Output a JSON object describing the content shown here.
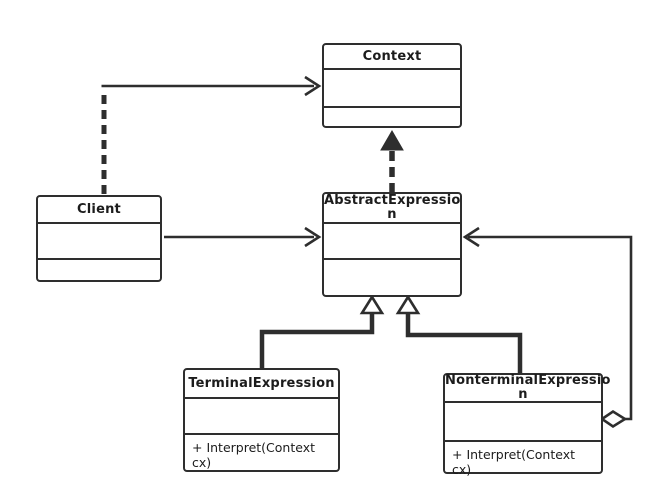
{
  "diagram": {
    "kind": "uml-class-diagram",
    "pattern": "Interpreter"
  },
  "colors": {
    "line": "#2e2e2e",
    "box_fill": "#ffffff",
    "text": "#1c1c1c",
    "background": "#ffffff"
  },
  "classes": {
    "context": {
      "title": "Context",
      "attribute_lines": [],
      "method_lines": []
    },
    "client": {
      "title": "Client",
      "attribute_lines": [],
      "method_lines": []
    },
    "abstract_expression": {
      "title_lines": [
        "AbstractExpressio",
        "n"
      ],
      "attribute_lines": [],
      "method_lines": []
    },
    "terminal_expression": {
      "title": "TerminalExpression",
      "attribute_lines": [],
      "method_lines": [
        "+ Interpret(Context",
        "cx)"
      ]
    },
    "nonterminal_expression": {
      "title_lines": [
        "NonterminalExpressio",
        "n"
      ],
      "attribute_lines": [],
      "method_lines": [
        "+ Interpret(Context cx)"
      ]
    }
  },
  "relationships": [
    {
      "from": "Client",
      "to": "Context",
      "type": "dashed-dependency",
      "arrowhead": "open-chevron"
    },
    {
      "from": "Client",
      "to": "AbstractExpression",
      "type": "association",
      "arrowhead": "open-chevron"
    },
    {
      "from": "AbstractExpression",
      "to": "Context",
      "type": "dashed-dependency",
      "arrowhead": "filled-triangle"
    },
    {
      "from": "TerminalExpression",
      "to": "AbstractExpression",
      "type": "generalization",
      "arrowhead": "hollow-triangle"
    },
    {
      "from": "NonterminalExpression",
      "to": "AbstractExpression",
      "type": "generalization",
      "arrowhead": "hollow-triangle"
    },
    {
      "from": "NonterminalExpression",
      "to": "AbstractExpression",
      "type": "aggregation",
      "arrowhead": "open-chevron",
      "tail": "hollow-diamond"
    }
  ]
}
